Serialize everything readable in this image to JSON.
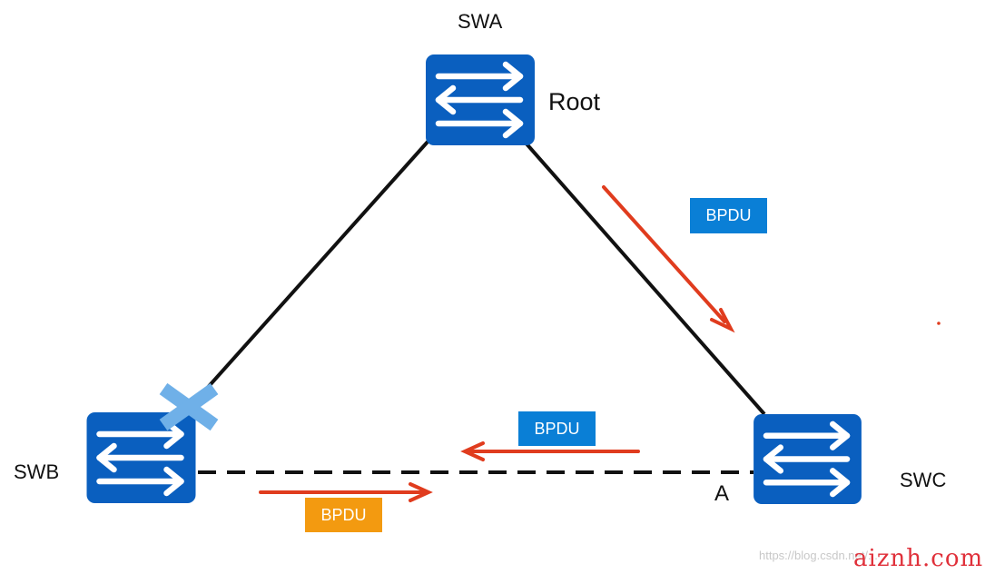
{
  "switches": {
    "a": {
      "name": "SWA",
      "role": "Root"
    },
    "b": {
      "name": "SWB"
    },
    "c": {
      "name": "SWC",
      "port": "A"
    }
  },
  "messages": [
    {
      "label": "BPDU",
      "color": "#0a7fd6",
      "direction": "SWA to SWC"
    },
    {
      "label": "BPDU",
      "color": "#0a7fd6",
      "direction": "SWC to SWB"
    },
    {
      "label": "BPDU",
      "color": "#f39a10",
      "direction": "SWB to SWC"
    }
  ],
  "links": [
    {
      "from": "SWA",
      "to": "SWB",
      "state": "blocked"
    },
    {
      "from": "SWA",
      "to": "SWC",
      "state": "forwarding"
    },
    {
      "from": "SWB",
      "to": "SWC",
      "state": "dashed"
    }
  ],
  "colors": {
    "switch": "#0a5fbf",
    "arrow": "#e03c1e",
    "block_mark": "#6fb0e8",
    "bpdu_blue": "#0a7fd6",
    "bpdu_orange": "#f39a10"
  },
  "icons": [
    "switch-icon",
    "blocked-x-icon",
    "arrow-icon"
  ],
  "watermark": {
    "url": "https://blog.csdn.net/...",
    "brand": "aiznh.com"
  }
}
